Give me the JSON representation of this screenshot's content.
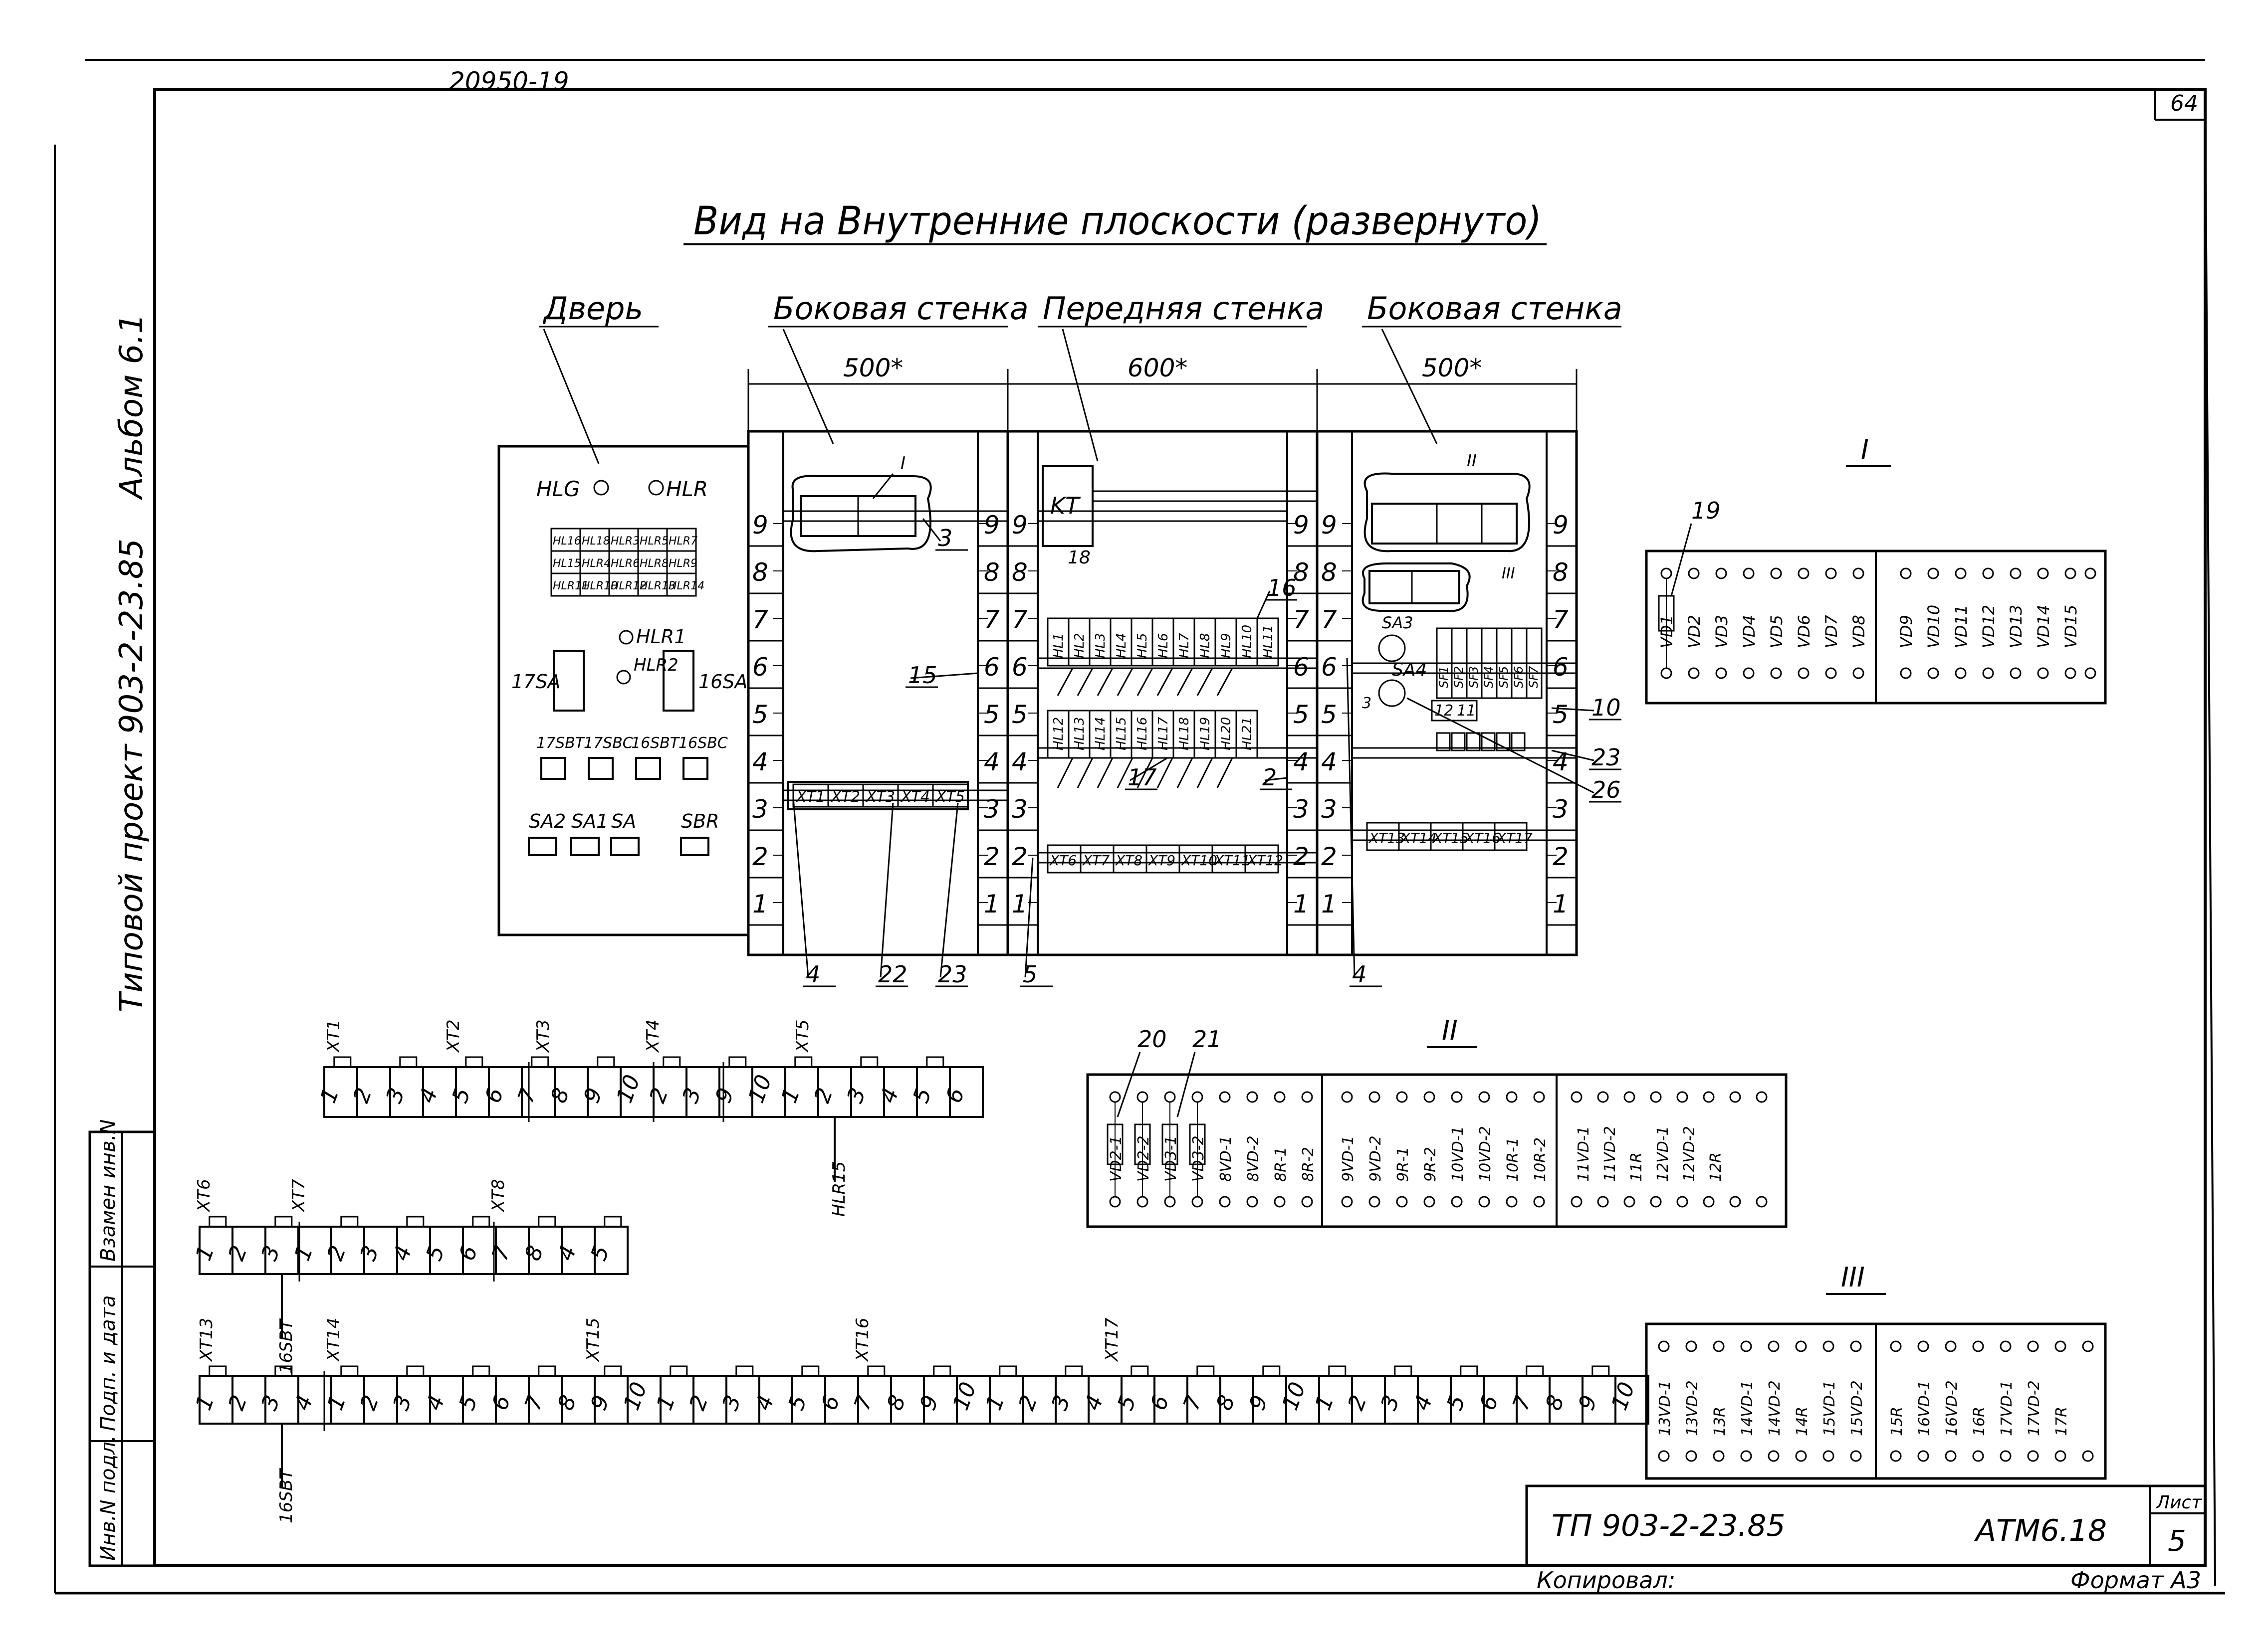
{
  "header": {
    "top_code": "20950-19",
    "sheet_corner": "64"
  },
  "title": "Вид на Внутренние плоскости (развернуто)",
  "sections": {
    "door": "Дверь",
    "side_left": "Боковая стенка",
    "front": "Передняя стенка",
    "side_right": "Боковая стенка"
  },
  "dims": {
    "left": "500*",
    "mid": "600*",
    "right": "500*"
  },
  "door": {
    "hlg": "HLG",
    "hlr": "HLR",
    "hlr1": "HLR1",
    "hlr2": "HLR2",
    "sw_left": "17SA",
    "sw_right": "16SA",
    "btn_labels": [
      "17SBT",
      "17SBC",
      "16SBT",
      "16SBC"
    ],
    "bottom_labels": [
      "SA2",
      "SA1",
      "SA",
      "SBR"
    ],
    "grid": [
      [
        "HL16",
        "HL18",
        "HLR3",
        "HLR5",
        "HLR7"
      ],
      [
        "HL15",
        "HLR4",
        "HLR6",
        "HLR8",
        "HLR9"
      ],
      [
        "HLR11",
        "HLR10",
        "HLR12",
        "HLR13",
        "HLR14"
      ]
    ]
  },
  "scale": [
    "1",
    "2",
    "3",
    "4",
    "5",
    "6",
    "7",
    "8",
    "9"
  ],
  "front_blocks": {
    "kt": "KT",
    "kt_num": "18",
    "row_top": [
      "HL1",
      "HL2",
      "HL3",
      "HL4",
      "HL5",
      "HL6",
      "HL7",
      "HL8",
      "HL9",
      "HL10",
      "HL11"
    ],
    "row_bot": [
      "HL12",
      "HL13",
      "HL14",
      "HL15",
      "HL16",
      "HL17",
      "HL18",
      "HL19",
      "HL20",
      "HL21"
    ],
    "xt_left": [
      "XT1",
      "XT2",
      "XT3",
      "XT4",
      "XT5"
    ],
    "xt_front": [
      "XT6",
      "XT7",
      "XT8",
      "XT9",
      "XT10",
      "XT11",
      "XT12"
    ],
    "xt_right": [
      "XT13",
      "XT14",
      "XT15",
      "XT16",
      "XT17"
    ],
    "sa_right": [
      "SA3",
      "SA4"
    ],
    "sf_labels": [
      "SF1",
      "SF2",
      "SF3",
      "SF4",
      "SF5",
      "SF6",
      "SF7"
    ],
    "roman_1": "I",
    "roman_2": "II",
    "roman_3": "III",
    "small_12": "12",
    "small_11": "11",
    "small_3": "3"
  },
  "callouts": [
    "3",
    "15",
    "16",
    "17",
    "2",
    "4",
    "22",
    "23",
    "5",
    "4",
    "10",
    "23",
    "26"
  ],
  "panel1": {
    "title": "I",
    "callout": "19",
    "left": [
      "VD1",
      "VD2",
      "VD3",
      "VD4",
      "VD5",
      "VD6",
      "VD7",
      "VD8"
    ],
    "right": [
      "VD9",
      "VD10",
      "VD11",
      "VD12",
      "VD13",
      "VD14",
      "VD15"
    ]
  },
  "panel2": {
    "title": "II",
    "callouts": [
      "20",
      "21"
    ],
    "col1": [
      "VD2-1",
      "VD2-2",
      "VD3-1",
      "VD3-2",
      "8VD-1",
      "8VD-2",
      "8R-1",
      "8R-2"
    ],
    "col2": [
      "9VD-1",
      "9VD-2",
      "9R-1",
      "9R-2",
      "10VD-1",
      "10VD-2",
      "10R-1",
      "10R-2"
    ],
    "col3": [
      "11VD-1",
      "11VD-2",
      "11R",
      "12VD-1",
      "12VD-2",
      "12R"
    ]
  },
  "panel3": {
    "title": "III",
    "left": [
      "13VD-1",
      "13VD-2",
      "13R",
      "14VD-1",
      "14VD-2",
      "14R",
      "15VD-1",
      "15VD-2"
    ],
    "right": [
      "15R",
      "16VD-1",
      "16VD-2",
      "16R",
      "17VD-1",
      "17VD-2",
      "17R"
    ]
  },
  "terminals": {
    "row1": {
      "xt_labels": [
        "XT1",
        "XT2",
        "XT3",
        "XT4",
        "XT5"
      ],
      "cells": [
        "1",
        "2",
        "3",
        "4",
        "5",
        "6",
        "7",
        "8",
        "9",
        "10",
        "2",
        "3",
        "9",
        "10",
        "1",
        "2",
        "3",
        "4",
        "5",
        "6"
      ],
      "wire": "HLR15"
    },
    "row2": {
      "xt_labels": [
        "XT6",
        "XT7",
        "XT8"
      ],
      "cells": [
        "1",
        "2",
        "3",
        "1",
        "2",
        "3",
        "4",
        "5",
        "6",
        "7",
        "8",
        "4",
        "5"
      ],
      "wire": "16SBT"
    },
    "row3": {
      "xt_labels": [
        "XT13",
        "XT14",
        "XT15",
        "XT16",
        "XT17"
      ],
      "cells": [
        "1",
        "2",
        "3",
        "4",
        "1",
        "2",
        "3",
        "4",
        "5",
        "6",
        "7",
        "8",
        "9",
        "10",
        "1",
        "2",
        "3",
        "4",
        "5",
        "6",
        "7",
        "8",
        "9",
        "10",
        "1",
        "2",
        "3",
        "4",
        "5",
        "6",
        "7",
        "8",
        "9",
        "10",
        "1",
        "2",
        "3",
        "4",
        "5",
        "6",
        "7",
        "8",
        "9",
        "10"
      ],
      "wire": "16SBT"
    }
  },
  "side_strip": {
    "album": "Альбом 6.1",
    "project": "Типовой проект 903-2-23.85",
    "boxes": [
      "Взамен инв.N",
      "Подп. и дата",
      "Инв.N подл."
    ]
  },
  "stamp": {
    "code": "ТП 903-2-23.85",
    "sheet_code": "АТМ6.18",
    "list_label": "Лист",
    "list_num": "5"
  },
  "footer": {
    "copied": "Копировал:",
    "format": "Формат А3"
  }
}
